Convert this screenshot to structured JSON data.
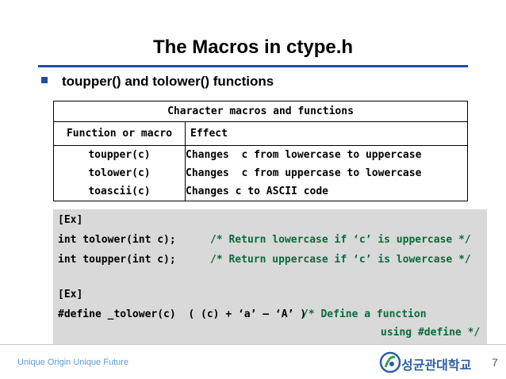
{
  "slide": {
    "title": "The Macros in ctype.h",
    "bullet": "toupper() and tolower() functions",
    "page_number": "7"
  },
  "table": {
    "caption": "Character macros and functions",
    "headers": [
      "Function or macro",
      "Effect"
    ],
    "functions": [
      "toupper(c)",
      "tolower(c)",
      "toascii(c)"
    ],
    "effects": [
      "Changes  c from lowercase to uppercase",
      "Changes  c from uppercase to lowercase",
      "Changes c to ASCII code"
    ]
  },
  "code": {
    "ex1_label": "[Ex]",
    "line1_code": "int tolower(int c);",
    "line1_comment": "/* Return lowercase if ‘c’ is uppercase */",
    "line2_code": "int toupper(int c);",
    "line2_comment": "/* Return uppercase if ‘c’ is lowercase */",
    "ex2_label": "[Ex]",
    "line3_code": "#define _tolower(c)  ( (c) + ‘a’ – ‘A’ )",
    "line3_comment": "/* Define a function",
    "line4_comment": "using #define */"
  },
  "footer": {
    "tagline": "Unique Origin Unique Future",
    "logo_text": "성균관대학교",
    "logo_icon": "skku-emblem-icon"
  },
  "colors": {
    "accent": "#1f4fa0",
    "code_bg": "#d9d9d9",
    "comment": "#0a6a3a",
    "tagline": "#5b9bd5",
    "logo": "#2d5fa5"
  }
}
